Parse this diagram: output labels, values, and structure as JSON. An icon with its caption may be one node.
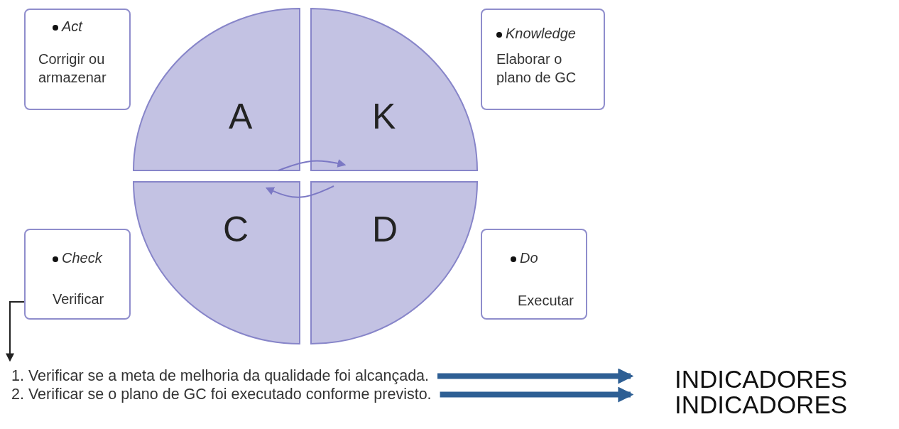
{
  "diagram": {
    "nodes": [
      {
        "text": [
          "Act",
          "Corrigir ou armazenar"
        ]
      },
      {
        "text": [
          "Knowledge",
          "Elaborar o plano de GC"
        ]
      },
      {
        "text": [
          "Check",
          "Verificar"
        ]
      },
      {
        "text": [
          "Do",
          "Executar"
        ]
      },
      {
        "text": [
          "A"
        ]
      },
      {
        "text": [
          "K"
        ]
      },
      {
        "text": [
          "C"
        ]
      },
      {
        "text": [
          "D"
        ]
      },
      {
        "text": [
          "1. Verificar se a meta de melhoria da qualidade foi alcançada."
        ]
      },
      {
        "text": [
          "INDICADORES"
        ]
      },
      {
        "text": [
          "2. Verificar se o plano de GC foi executado conforme previsto."
        ]
      },
      {
        "text": [
          "INDICADORES"
        ]
      }
    ],
    "edges": [
      {
        "from": 4,
        "to": 5,
        "arrow": "to",
        "color": "#7b78c4"
      },
      {
        "from": 7,
        "to": 6,
        "arrow": "to",
        "color": "#7b78c4"
      },
      {
        "from": 2,
        "to": 8,
        "arrow": "to",
        "color": "#222222"
      },
      {
        "from": 8,
        "to": 9,
        "arrow": "to",
        "style": "thick",
        "color": "#2e5f94"
      },
      {
        "from": 10,
        "to": 11,
        "arrow": "to",
        "style": "thick",
        "color": "#2e5f94"
      }
    ]
  }
}
